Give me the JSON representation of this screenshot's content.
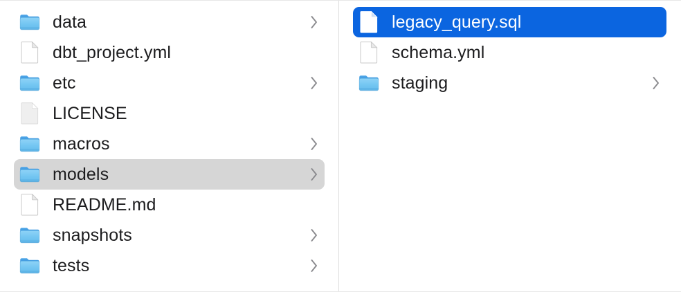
{
  "window": {
    "title": "Column Browser",
    "view_mode": "column",
    "divider_color": "#dedede",
    "selection_color": "#0b65e0",
    "active_path_color": "#d6d6d6"
  },
  "columns": [
    {
      "name": "project-root-column",
      "items": [
        {
          "label": "data",
          "kind": "folder",
          "icon": "folder-icon",
          "chevron": true,
          "state": "normal"
        },
        {
          "label": "dbt_project.yml",
          "kind": "file",
          "icon": "file-icon",
          "chevron": false,
          "state": "normal"
        },
        {
          "label": "etc",
          "kind": "folder",
          "icon": "folder-icon",
          "chevron": true,
          "state": "normal"
        },
        {
          "label": "LICENSE",
          "kind": "document",
          "icon": "document-icon",
          "chevron": false,
          "state": "normal"
        },
        {
          "label": "macros",
          "kind": "folder",
          "icon": "folder-icon",
          "chevron": true,
          "state": "normal"
        },
        {
          "label": "models",
          "kind": "folder",
          "icon": "folder-icon",
          "chevron": true,
          "state": "active"
        },
        {
          "label": "README.md",
          "kind": "file",
          "icon": "file-icon",
          "chevron": false,
          "state": "normal"
        },
        {
          "label": "snapshots",
          "kind": "folder",
          "icon": "folder-icon",
          "chevron": true,
          "state": "normal"
        },
        {
          "label": "tests",
          "kind": "folder",
          "icon": "folder-icon",
          "chevron": true,
          "state": "normal"
        }
      ]
    },
    {
      "name": "models-column",
      "items": [
        {
          "label": "legacy_query.sql",
          "kind": "file",
          "icon": "file-icon",
          "chevron": false,
          "state": "selected"
        },
        {
          "label": "schema.yml",
          "kind": "file",
          "icon": "file-icon",
          "chevron": false,
          "state": "normal"
        },
        {
          "label": "staging",
          "kind": "folder",
          "icon": "folder-icon",
          "chevron": true,
          "state": "normal"
        }
      ]
    }
  ]
}
